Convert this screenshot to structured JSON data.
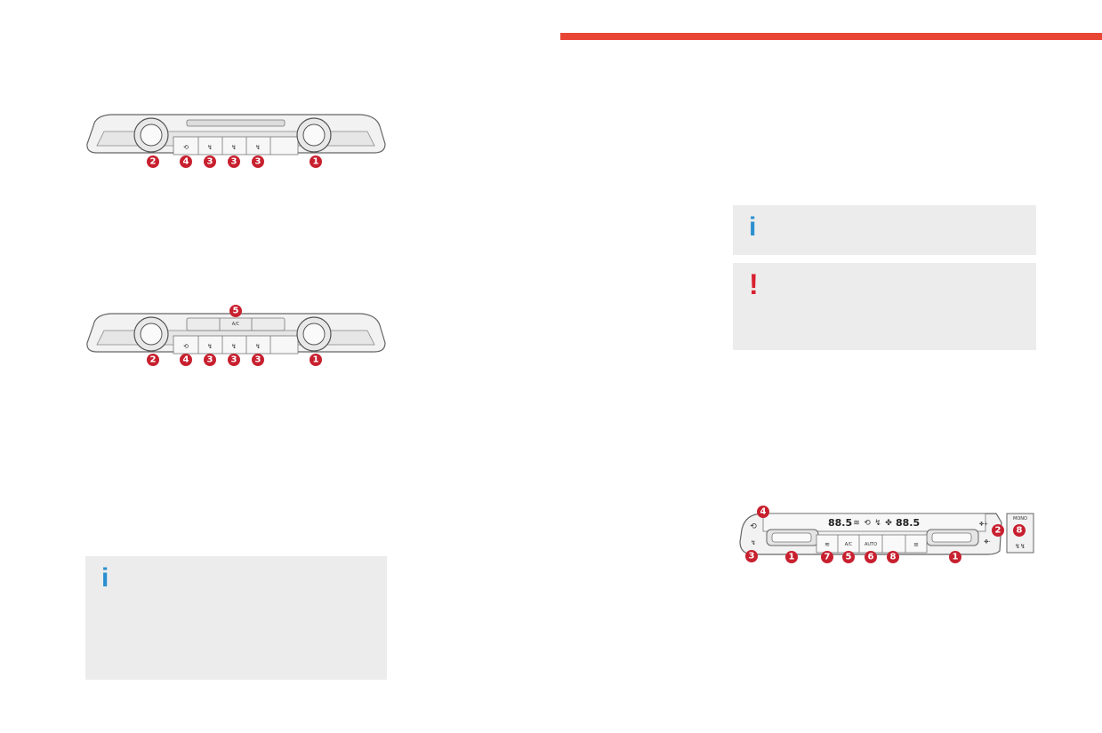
{
  "colors": {
    "accent_red": "#e84535",
    "callout_red": "#c8202f",
    "info_blue": "#2a8fd0",
    "warning_red": "#d8202f",
    "note_bg": "#ececec"
  },
  "icons": {
    "info": "i",
    "warning": "!"
  },
  "panel1": {
    "callouts": [
      "2",
      "4",
      "3",
      "3",
      "3",
      "1"
    ]
  },
  "panel2": {
    "callouts": [
      "5",
      "2",
      "4",
      "3",
      "3",
      "3",
      "1"
    ],
    "ac_label": "A/C"
  },
  "panel3": {
    "display_left": "88.5",
    "display_right": "88.5",
    "ac_label": "A/C",
    "auto_label": "AUTO",
    "mono_label": "MONO",
    "callouts": [
      "4",
      "3",
      "1",
      "7",
      "5",
      "6",
      "8",
      "1",
      "2",
      "8"
    ]
  }
}
